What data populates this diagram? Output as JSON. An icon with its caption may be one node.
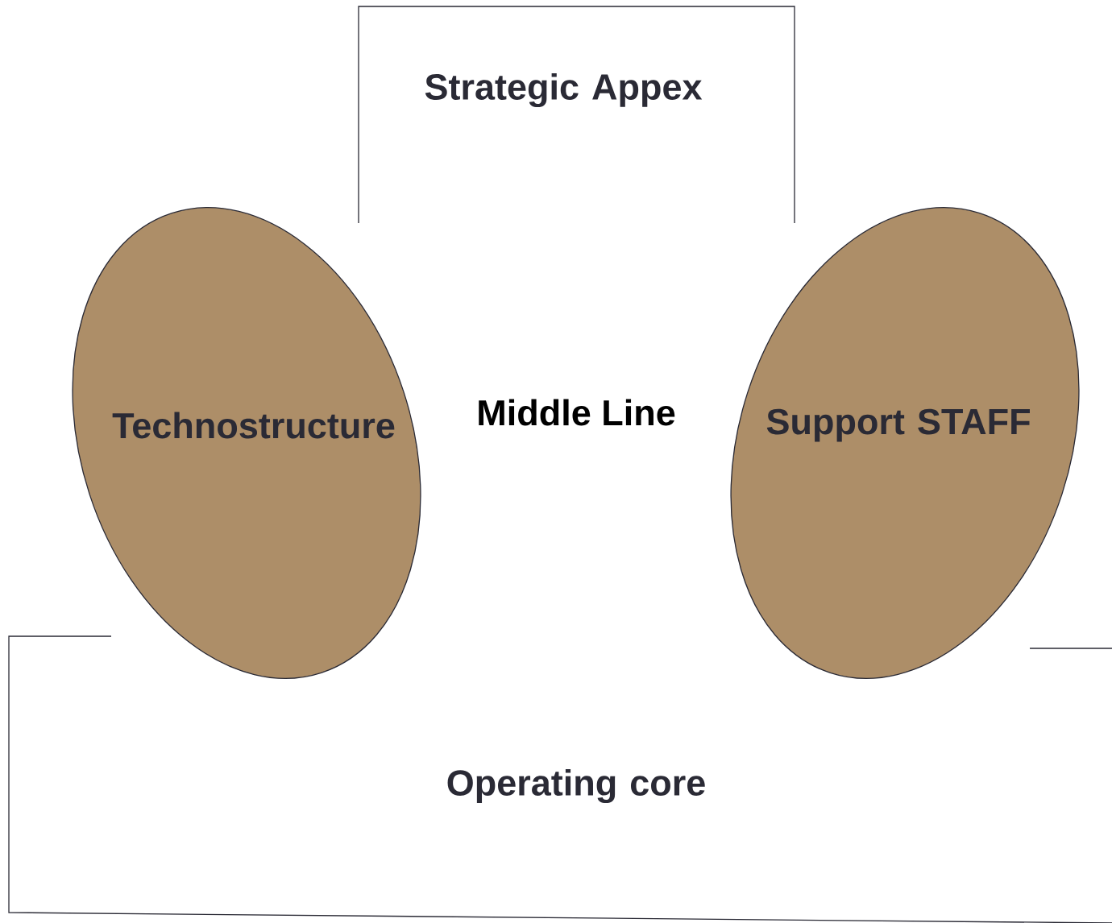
{
  "diagram": {
    "nodes": [
      {
        "text": [
          "Strategic Appex"
        ]
      },
      {
        "text": [
          "Technostructure"
        ]
      },
      {
        "text": [
          "Support STAFF"
        ]
      },
      {
        "text": [
          "Operating core"
        ]
      }
    ],
    "labels": [
      "Middle Line"
    ]
  }
}
